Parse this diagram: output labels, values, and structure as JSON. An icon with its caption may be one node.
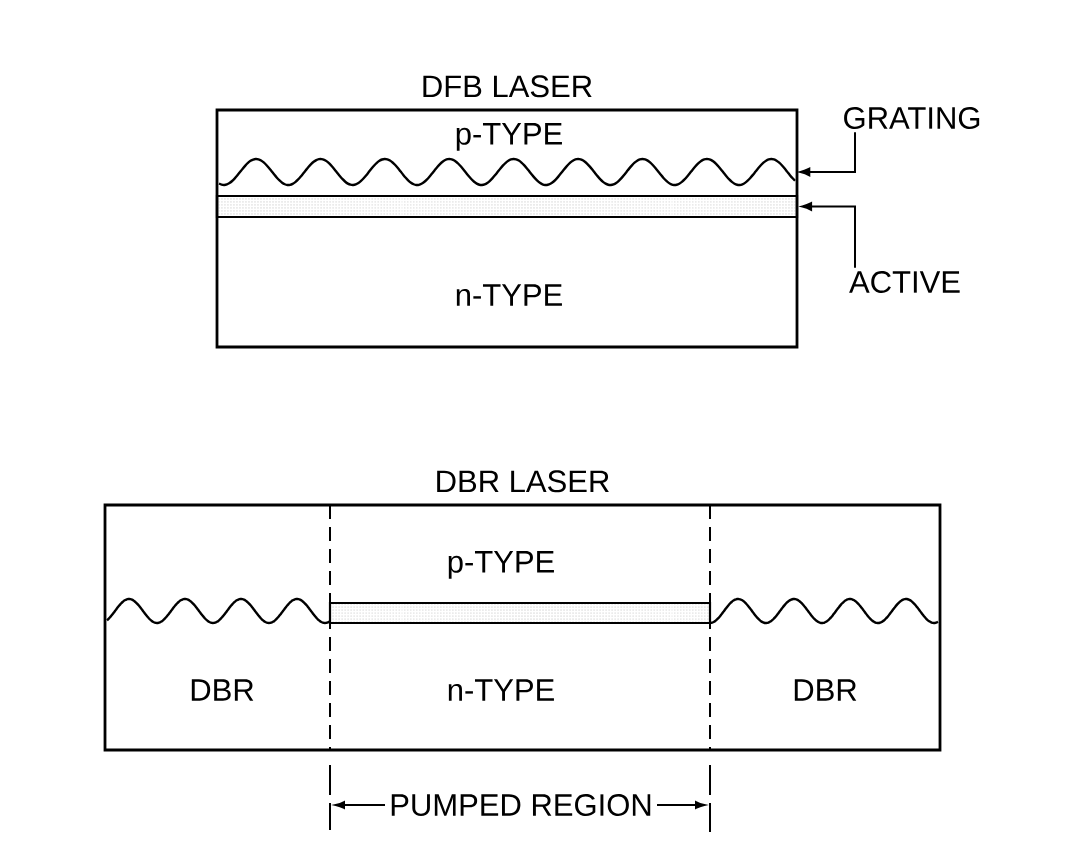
{
  "diagram": {
    "nodes": [
      {
        "text": [
          "DFB LASER"
        ]
      },
      {
        "text": [
          "p-TYPE"
        ],
        "in": 0
      },
      {
        "text": [],
        "shape": "wave",
        "in": 0
      },
      {
        "text": [],
        "shape": "bar",
        "in": 0
      },
      {
        "text": [
          "n-TYPE"
        ],
        "in": 0
      },
      {
        "text": [
          "GRATING"
        ]
      },
      {
        "text": [
          "ACTIVE"
        ]
      },
      {
        "text": [
          "DBR LASER"
        ]
      },
      {
        "text": [
          "p-TYPE"
        ],
        "in": 7
      },
      {
        "text": [],
        "shape": "bar",
        "in": 7
      },
      {
        "text": [
          "DBR"
        ],
        "in": 7
      },
      {
        "text": [
          "n-TYPE"
        ],
        "in": 7
      },
      {
        "text": [
          "DBR"
        ],
        "in": 7
      }
    ],
    "edges": [
      {
        "from": 5,
        "to": 2,
        "arrow": "to"
      },
      {
        "from": 6,
        "to": 3,
        "arrow": "to"
      }
    ],
    "labels": [
      "PUMPED REGION"
    ]
  }
}
